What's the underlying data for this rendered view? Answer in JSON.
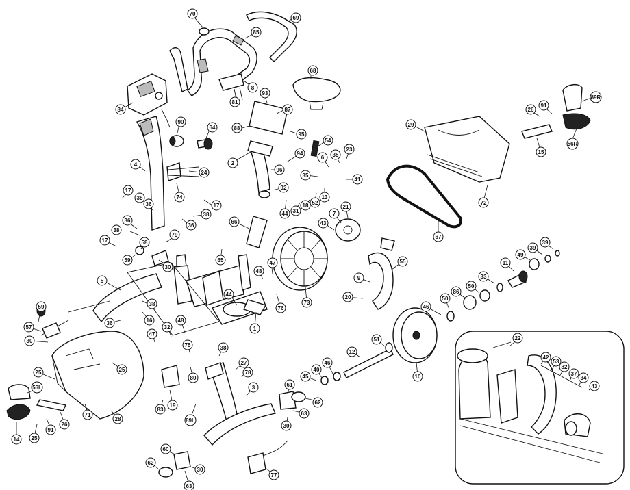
{
  "callouts": [
    {
      "label": "70"
    },
    {
      "label": "69"
    },
    {
      "label": "85"
    },
    {
      "label": "68"
    },
    {
      "label": "84"
    },
    {
      "label": "8"
    },
    {
      "label": "81"
    },
    {
      "label": "93"
    },
    {
      "label": "87"
    },
    {
      "label": "90"
    },
    {
      "label": "64"
    },
    {
      "label": "88"
    },
    {
      "label": "95"
    },
    {
      "label": "94"
    },
    {
      "label": "54"
    },
    {
      "label": "96"
    },
    {
      "label": "2"
    },
    {
      "label": "4"
    },
    {
      "label": "24"
    },
    {
      "label": "74"
    },
    {
      "label": "17"
    },
    {
      "label": "38"
    },
    {
      "label": "36"
    },
    {
      "label": "17"
    },
    {
      "label": "38"
    },
    {
      "label": "36"
    },
    {
      "label": "38"
    },
    {
      "label": "36"
    },
    {
      "label": "17"
    },
    {
      "label": "79"
    },
    {
      "label": "58"
    },
    {
      "label": "59"
    },
    {
      "label": "30"
    },
    {
      "label": "66"
    },
    {
      "label": "65"
    },
    {
      "label": "92"
    },
    {
      "label": "44"
    },
    {
      "label": "31"
    },
    {
      "label": "18"
    },
    {
      "label": "52"
    },
    {
      "label": "13"
    },
    {
      "label": "35"
    },
    {
      "label": "6"
    },
    {
      "label": "35"
    },
    {
      "label": "23"
    },
    {
      "label": "41"
    },
    {
      "label": "29"
    },
    {
      "label": "26"
    },
    {
      "label": "91"
    },
    {
      "label": "89R"
    },
    {
      "label": "56R"
    },
    {
      "label": "15"
    },
    {
      "label": "72"
    },
    {
      "label": "67"
    },
    {
      "label": "21"
    },
    {
      "label": "7"
    },
    {
      "label": "43"
    },
    {
      "label": "48"
    },
    {
      "label": "47"
    },
    {
      "label": "73"
    },
    {
      "label": "76"
    },
    {
      "label": "44"
    },
    {
      "label": "1"
    },
    {
      "label": "5"
    },
    {
      "label": "38"
    },
    {
      "label": "16"
    },
    {
      "label": "36"
    },
    {
      "label": "32"
    },
    {
      "label": "48"
    },
    {
      "label": "47"
    },
    {
      "label": "59"
    },
    {
      "label": "57"
    },
    {
      "label": "30"
    },
    {
      "label": "25"
    },
    {
      "label": "25"
    },
    {
      "label": "71"
    },
    {
      "label": "28"
    },
    {
      "label": "75"
    },
    {
      "label": "80"
    },
    {
      "label": "38"
    },
    {
      "label": "27"
    },
    {
      "label": "78"
    },
    {
      "label": "19"
    },
    {
      "label": "83"
    },
    {
      "label": "89L"
    },
    {
      "label": "56L"
    },
    {
      "label": "14"
    },
    {
      "label": "26"
    },
    {
      "label": "91"
    },
    {
      "label": "25"
    },
    {
      "label": "55"
    },
    {
      "label": "9"
    },
    {
      "label": "20"
    },
    {
      "label": "46"
    },
    {
      "label": "50"
    },
    {
      "label": "86"
    },
    {
      "label": "50"
    },
    {
      "label": "33"
    },
    {
      "label": "11"
    },
    {
      "label": "49"
    },
    {
      "label": "39"
    },
    {
      "label": "39"
    },
    {
      "label": "51"
    },
    {
      "label": "12"
    },
    {
      "label": "10"
    },
    {
      "label": "46"
    },
    {
      "label": "40"
    },
    {
      "label": "45"
    },
    {
      "label": "3"
    },
    {
      "label": "61"
    },
    {
      "label": "62"
    },
    {
      "label": "63"
    },
    {
      "label": "30"
    },
    {
      "label": "60"
    },
    {
      "label": "62"
    },
    {
      "label": "30"
    },
    {
      "label": "63"
    },
    {
      "label": "77"
    },
    {
      "label": "22"
    },
    {
      "label": "42"
    },
    {
      "label": "53"
    },
    {
      "label": "82"
    },
    {
      "label": "37"
    },
    {
      "label": "34"
    },
    {
      "label": "43"
    }
  ]
}
